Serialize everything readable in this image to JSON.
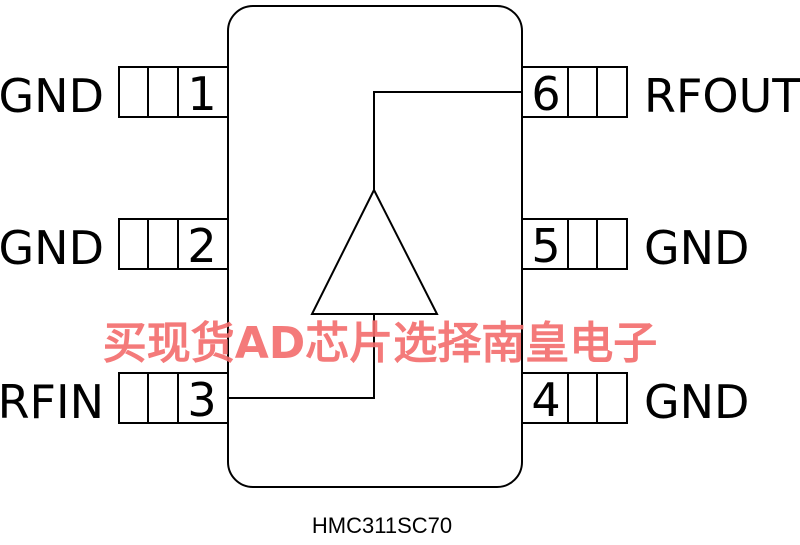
{
  "part_number": "HMC311SC70",
  "watermark": "买现货AD芯片选择南皇电子",
  "pins": {
    "p1": {
      "number": "1",
      "name": "GND"
    },
    "p2": {
      "number": "2",
      "name": "GND"
    },
    "p3": {
      "number": "3",
      "name": "RFIN"
    },
    "p4": {
      "number": "4",
      "name": "GND"
    },
    "p5": {
      "number": "5",
      "name": "GND"
    },
    "p6": {
      "number": "6",
      "name": "RFOUT"
    }
  },
  "colors": {
    "watermark": "#f36b6b",
    "outline": "#000000",
    "background": "#ffffff"
  }
}
